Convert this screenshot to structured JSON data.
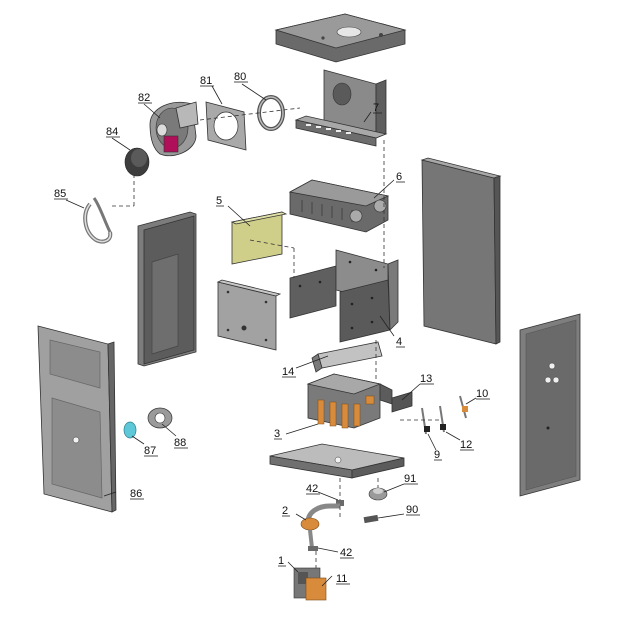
{
  "diagram": {
    "parts": [
      {
        "id": "p7",
        "label": "7"
      },
      {
        "id": "p6",
        "label": "6"
      },
      {
        "id": "p5",
        "label": "5"
      },
      {
        "id": "p4",
        "label": "4"
      },
      {
        "id": "p14",
        "label": "14"
      },
      {
        "id": "p13",
        "label": "13"
      },
      {
        "id": "p10",
        "label": "10"
      },
      {
        "id": "p12",
        "label": "12"
      },
      {
        "id": "p9",
        "label": "9"
      },
      {
        "id": "p3",
        "label": "3"
      },
      {
        "id": "p42a",
        "label": "42"
      },
      {
        "id": "p91",
        "label": "91"
      },
      {
        "id": "p2",
        "label": "2"
      },
      {
        "id": "p90",
        "label": "90"
      },
      {
        "id": "p42b",
        "label": "42"
      },
      {
        "id": "p1",
        "label": "1"
      },
      {
        "id": "p11",
        "label": "11"
      },
      {
        "id": "p80",
        "label": "80"
      },
      {
        "id": "p81",
        "label": "81"
      },
      {
        "id": "p82",
        "label": "82"
      },
      {
        "id": "p84",
        "label": "84"
      },
      {
        "id": "p85",
        "label": "85"
      },
      {
        "id": "p86",
        "label": "86"
      },
      {
        "id": "p87",
        "label": "87"
      },
      {
        "id": "p88",
        "label": "88"
      }
    ],
    "colors": {
      "panel": "#8e8e8e",
      "panel_dark": "#5f5f5f",
      "panel_light": "#b5b5b5",
      "insulation": "#cfcf8a",
      "brass": "#d98b3c",
      "fan_red": "#b0105a",
      "seal_cyan": "#5ec8d8"
    }
  }
}
